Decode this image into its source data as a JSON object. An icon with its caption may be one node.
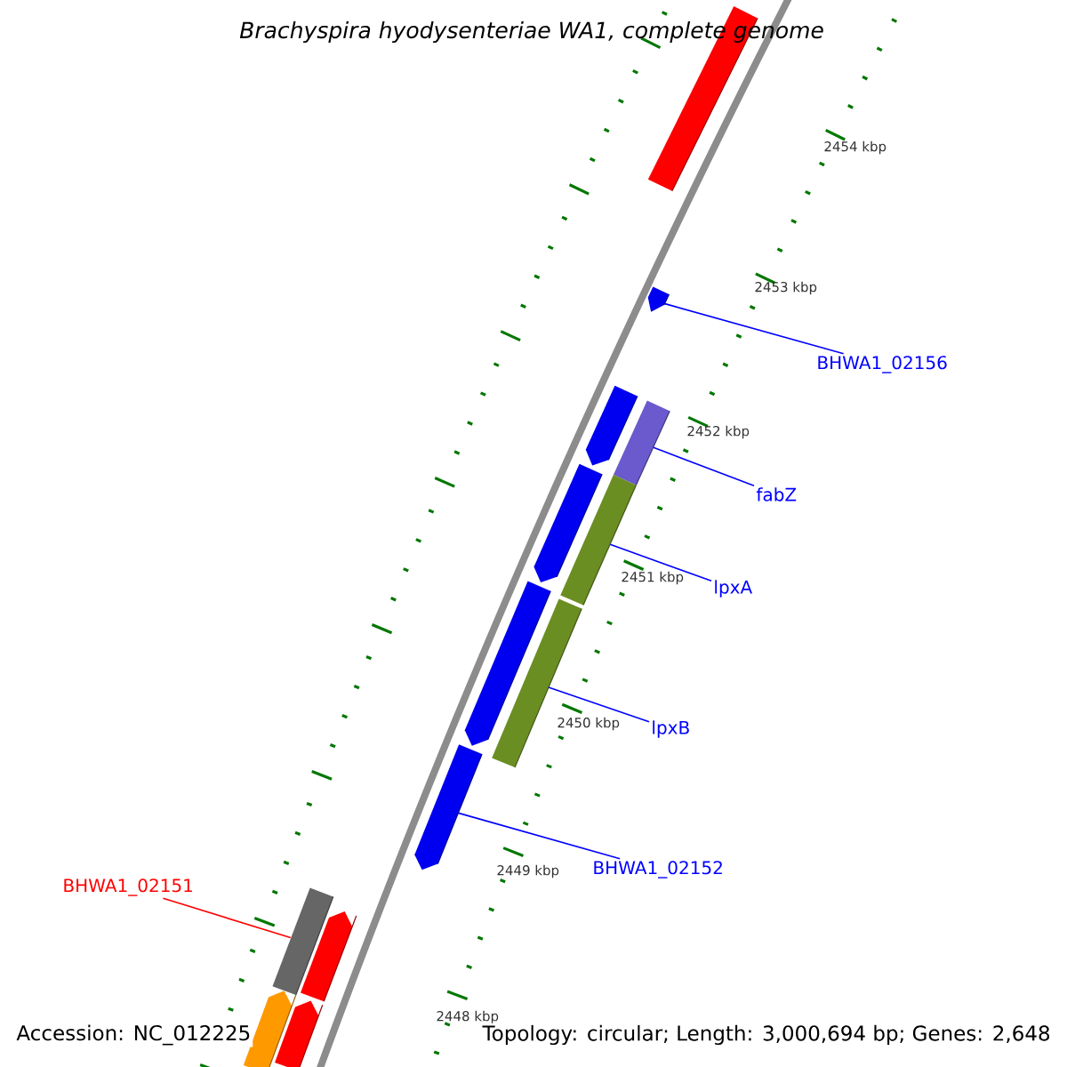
{
  "diagram": {
    "title": "Brachyspira hyodysenteriae WA1, complete genome",
    "nodes": [
      {
        "text": [
          "BHWA1_02156"
        ]
      },
      {
        "text": [
          "fabZ"
        ]
      },
      {
        "text": [
          "lpxA"
        ]
      },
      {
        "text": [
          "lpxB"
        ]
      },
      {
        "text": [
          "BHWA1_02152"
        ]
      },
      {
        "text": [
          "BHWA1_02151"
        ]
      },
      {
        "text": [],
        "shape": "bar"
      },
      {
        "text": [],
        "shape": "bar"
      },
      {
        "text": [],
        "shape": "bar"
      },
      {
        "text": [],
        "shape": "bar"
      },
      {
        "text": [],
        "shape": "bar"
      },
      {
        "text": [],
        "shape": "bar"
      },
      {
        "text": [],
        "shape": "bar"
      },
      {
        "text": [],
        "shape": "bar"
      },
      {
        "text": [],
        "shape": "bar"
      },
      {
        "text": [],
        "shape": "bar"
      },
      {
        "text": [],
        "shape": "bar"
      },
      {
        "text": [],
        "shape": "bar"
      },
      {
        "text": [],
        "shape": "bar"
      }
    ],
    "edges": [
      {
        "from": 0,
        "to": 7,
        "arrow": "none"
      },
      {
        "from": 1,
        "to": 9,
        "arrow": "none"
      },
      {
        "from": 2,
        "to": 11,
        "arrow": "none"
      },
      {
        "from": 3,
        "to": 13,
        "arrow": "none"
      },
      {
        "from": 4,
        "to": 14,
        "arrow": "none"
      },
      {
        "from": 5,
        "to": 15,
        "arrow": "none",
        "color": "#ff0000"
      }
    ],
    "labels": [
      "2454 kbp",
      "2453 kbp",
      "2452 kbp",
      "2451 kbp",
      "2450 kbp",
      "2449 kbp",
      "2448 kbp",
      "Accession: NC_012225",
      "Topology: circular; Length: 3,000,694 bp; Genes: 2,648"
    ]
  }
}
